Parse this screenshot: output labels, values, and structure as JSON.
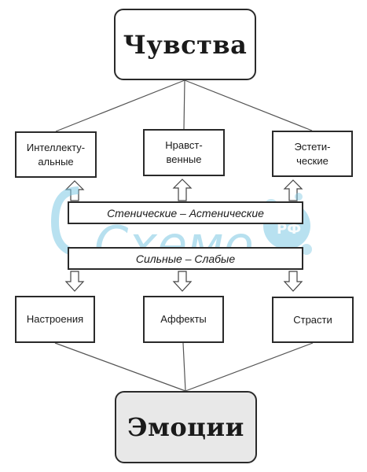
{
  "top": {
    "label": "Чувства"
  },
  "feelings": [
    {
      "line1": "Интеллекту-",
      "line2": "альные"
    },
    {
      "line1": "Нравст-",
      "line2": "венные"
    },
    {
      "line1": "Эстети-",
      "line2": "ческие"
    }
  ],
  "bands": [
    {
      "label": "Стенические – Астенические"
    },
    {
      "label": "Сильные – Слабые"
    }
  ],
  "emotions_types": [
    {
      "label": "Настроения"
    },
    {
      "label": "Аффекты"
    },
    {
      "label": "Страсти"
    }
  ],
  "bottom": {
    "label": "Эмоции"
  },
  "watermark": {
    "text": "Схемо",
    "suffix": "РФ",
    "color": "#7ec8e3"
  },
  "colors": {
    "stroke": "#2a2a2a",
    "bottom_fill": "#e8e8e8"
  }
}
